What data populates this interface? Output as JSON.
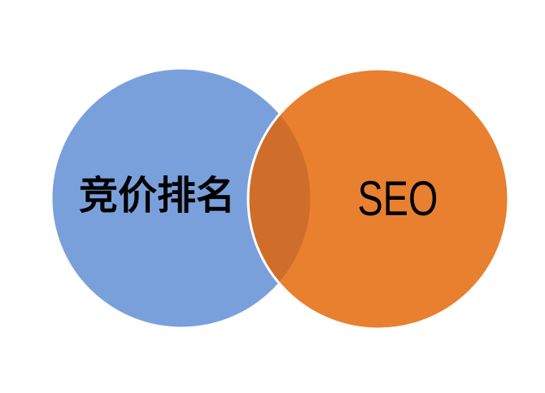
{
  "diagram": {
    "type": "venn",
    "background_color": "#FFFFFF",
    "stroke_color": "#FFFFFF",
    "label_color": "#000000",
    "left_circle": {
      "label": "竞价排名",
      "fill": "#7AA0DC",
      "fill_opacity": "1"
    },
    "right_circle": {
      "label": "SEO",
      "fill": "#E36300",
      "fill_opacity": "0.81"
    },
    "overlap_color": "#CE7027"
  }
}
